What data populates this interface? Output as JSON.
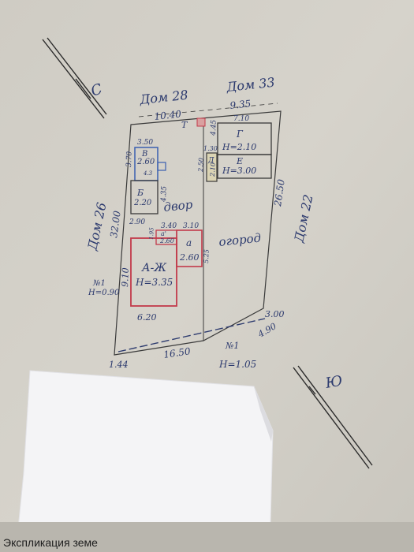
{
  "labels": {
    "north_letter": "С",
    "south_letter": "Ю",
    "house_north_left": "Дом 28",
    "house_north_right": "Дом 33",
    "house_west": "Дом 26",
    "house_east": "Дом 22",
    "yard": "двор",
    "garden": "огород",
    "toilet": "Т"
  },
  "dimensions": {
    "north_left": "10.40",
    "north_right": "9.35",
    "west": "32.00",
    "east": "26.50",
    "south": "16.50",
    "sw_corner": "1.44",
    "se_corner": "3.00",
    "se_gate": "4.90",
    "house_depth": "9.10",
    "house_width": "6.20",
    "annex_top": "3.40",
    "annex_top2": "3.10",
    "annex_small": "1.95",
    "annex_side": "5.25",
    "bldg_v_width": "3.50",
    "bldg_b_width": "2.90",
    "bldg_b_side": "4.35",
    "bldg_v_side": "3.70",
    "bldg_g_top": "7.10",
    "bldg_g_side": "4.45",
    "bldg_d_width": "1.30",
    "bldg_d_side": "2.50"
  },
  "buildings": {
    "main": {
      "letter": "А-Ж",
      "height": "Н=3.35"
    },
    "annex": {
      "letter": "а",
      "height": "2.60"
    },
    "porch": {
      "letter": "а'",
      "height": "2.60"
    },
    "v": {
      "letter": "В",
      "height": "2.60"
    },
    "b": {
      "letter": "Б",
      "height": "2.20"
    },
    "g": {
      "letter": "Г",
      "height": "Н=2.10"
    },
    "d": {
      "letter": "Д",
      "height": "2.10"
    },
    "e": {
      "letter": "Е",
      "height": "Н=3.00"
    },
    "small": {
      "text": "4.3"
    }
  },
  "fences": {
    "n1_west": {
      "label": "№1",
      "height": "Н=0.90"
    },
    "n1_south": {
      "label": "№1",
      "height": "Н=1.05"
    }
  },
  "footer": {
    "text": "Экспликация земе"
  },
  "colors": {
    "paper": "#d3d0c8",
    "ink": "#2c3a6e",
    "pencil": "#3a3a3a",
    "red": "#c23a4a",
    "blue": "#3a5fb0",
    "sticker": "#f4f4f6"
  }
}
